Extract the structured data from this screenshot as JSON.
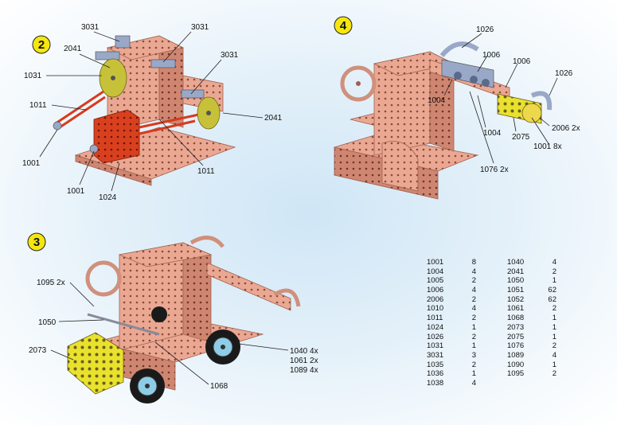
{
  "steps": [
    {
      "number": "2"
    },
    {
      "number": "3"
    },
    {
      "number": "4"
    }
  ],
  "step2_labels": {
    "l3031a": "3031",
    "l3031b": "3031",
    "l3031c": "3031",
    "l2041a": "2041",
    "l2041b": "2041",
    "l1031": "1031",
    "l1011a": "1011",
    "l1011b": "1011",
    "l1001a": "1001",
    "l1001b": "1001",
    "l1024": "1024"
  },
  "step3_labels": {
    "l1026a": "1026",
    "l1026b": "1026",
    "l1006a": "1006",
    "l1006b": "1006",
    "l1004a": "1004",
    "l1004b": "1004",
    "l2075": "2075",
    "l2006": "2006 2x",
    "l1001": "1001 8x",
    "l1076": "1076 2x"
  },
  "step4_labels": {
    "l1095": "1095 2x",
    "l1050": "1050",
    "l2073": "2073",
    "l1068": "1068",
    "l1040": "1040 4x",
    "l1061": "1061 2x",
    "l1089": "1089 4x"
  },
  "parts_left": [
    {
      "code": "1001",
      "qty": "8"
    },
    {
      "code": "1004",
      "qty": "4"
    },
    {
      "code": "1005",
      "qty": "2"
    },
    {
      "code": "1006",
      "qty": "4"
    },
    {
      "code": "2006",
      "qty": "2"
    },
    {
      "code": "1010",
      "qty": "4"
    },
    {
      "code": "1011",
      "qty": "2"
    },
    {
      "code": "1024",
      "qty": "1"
    },
    {
      "code": "1026",
      "qty": "2"
    },
    {
      "code": "1031",
      "qty": "1"
    },
    {
      "code": "3031",
      "qty": "3"
    },
    {
      "code": "1035",
      "qty": "2"
    },
    {
      "code": "1036",
      "qty": "1"
    },
    {
      "code": "1038",
      "qty": "4"
    }
  ],
  "parts_right": [
    {
      "code": "1040",
      "qty": "4"
    },
    {
      "code": "2041",
      "qty": "2"
    },
    {
      "code": "1050",
      "qty": "1"
    },
    {
      "code": "1051",
      "qty": "62"
    },
    {
      "code": "1052",
      "qty": "62"
    },
    {
      "code": "1061",
      "qty": "2"
    },
    {
      "code": "1068",
      "qty": "1"
    },
    {
      "code": "2073",
      "qty": "1"
    },
    {
      "code": "2075",
      "qty": "1"
    },
    {
      "code": "1076",
      "qty": "2"
    },
    {
      "code": "1089",
      "qty": "4"
    },
    {
      "code": "1090",
      "qty": "1"
    },
    {
      "code": "1095",
      "qty": "2"
    }
  ],
  "colors": {
    "frame": "#e9a58f",
    "frame_dark": "#c9806a",
    "highlight_red": "#d83a1c",
    "highlight_yellow": "#e8e02a",
    "metal": "#9aa8c8",
    "step_badge": "#f5e60f"
  }
}
